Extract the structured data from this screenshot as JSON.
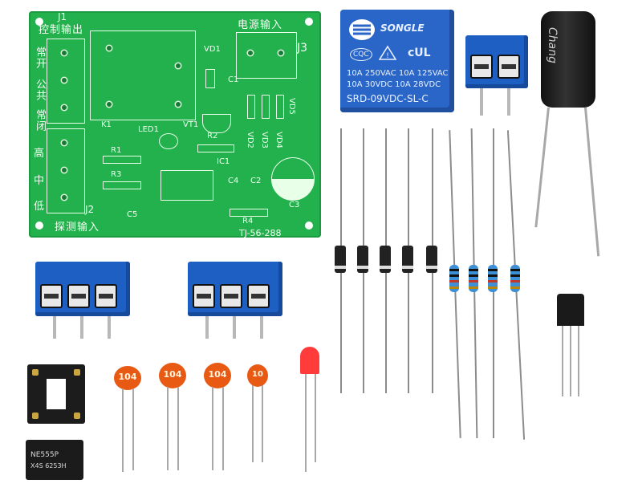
{
  "pcb": {
    "top_left_label": "J1",
    "control_output": "控制输出",
    "power_input": "电源输入",
    "j3": "J3",
    "j2": "J2",
    "probe_input": "探测输入",
    "model": "TJ-56-288",
    "side_left": [
      "常开",
      "公共",
      "常闭"
    ],
    "side_levels": [
      "高",
      "中",
      "低"
    ],
    "labels": {
      "k1": "K1",
      "vd1top": "VD1",
      "c1": "C1",
      "led1": "LED1",
      "vt1": "VT1",
      "r1": "R1",
      "r2": "R2",
      "r3": "R3",
      "ic1": "IC1",
      "c4": "C4",
      "c2": "C2",
      "c3": "C3",
      "c5": "C5",
      "r4": "R4",
      "vd2": "VD2",
      "vd3": "VD3",
      "vd4": "VD4",
      "vd5": "VD5"
    }
  },
  "relay": {
    "brand": "SONGLE",
    "cqc": "CQC",
    "ul": "cUL",
    "line1": "10A 250VAC  10A 125VAC",
    "line2": "10A  30VDC  10A  28VDC",
    "model": "SRD-09VDC-SL-C"
  },
  "capacitors": [
    "104",
    "104",
    "104",
    "10"
  ],
  "ic": {
    "line1": "NE555P",
    "line2": "X4S 6253H"
  },
  "electrolytic": {
    "brand": "Chang"
  },
  "colors": {
    "pcb": "#22b14c",
    "blue": "#1e5fc4",
    "cap": "#e85a14",
    "led": "#ff2a2a"
  }
}
